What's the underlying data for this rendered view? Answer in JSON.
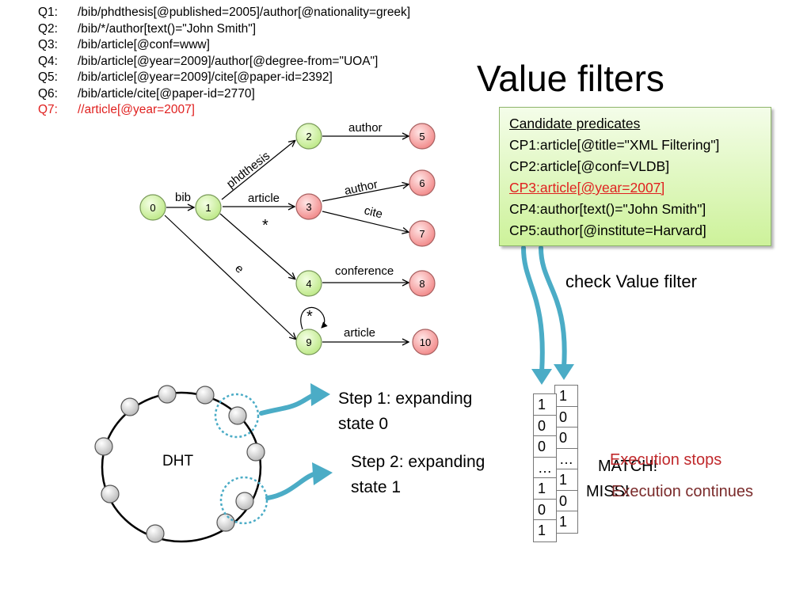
{
  "queries": [
    {
      "id": "Q1:",
      "expr": "/bib/phdthesis[@published=2005]/author[@nationality=greek]"
    },
    {
      "id": "Q2:",
      "expr": "/bib/*/author[text()=\"John Smith\"]"
    },
    {
      "id": "Q3:",
      "expr": "/bib/article[@conf=www]"
    },
    {
      "id": "Q4:",
      "expr": "/bib/article[@year=2009]/author[@degree-from=\"UOA\"]"
    },
    {
      "id": "Q5:",
      "expr": "/bib/article[@year=2009]/cite[@paper-id=2392]"
    },
    {
      "id": "Q6:",
      "expr": "/bib/article/cite[@paper-id=2770]"
    },
    {
      "id": "Q7:",
      "expr": "//article[@year=2007]",
      "highlight": "#e0201f"
    }
  ],
  "title": "Value filters",
  "automaton": {
    "nodes": [
      {
        "id": "0",
        "color": "green"
      },
      {
        "id": "1",
        "color": "green"
      },
      {
        "id": "2",
        "color": "green"
      },
      {
        "id": "3",
        "color": "red"
      },
      {
        "id": "4",
        "color": "green"
      },
      {
        "id": "5",
        "color": "red"
      },
      {
        "id": "6",
        "color": "red"
      },
      {
        "id": "7",
        "color": "red"
      },
      {
        "id": "8",
        "color": "red"
      },
      {
        "id": "9",
        "color": "green"
      },
      {
        "id": "10",
        "color": "red"
      }
    ],
    "edge_labels": {
      "bib": "bib",
      "phdthesis": "phdthesis",
      "article1": "article",
      "star1": "*",
      "e": "e",
      "author1": "author",
      "author2": "author",
      "cite": "cite",
      "conference": "conference",
      "star2": "*",
      "article2": "article"
    }
  },
  "predicates": {
    "header": "Candidate predicates",
    "items": [
      {
        "text": "CP1:article[@title=\"XML Filtering\"]"
      },
      {
        "text": "CP2:article[@conf=VLDB]"
      },
      {
        "text": "CP3:article[@year=2007]",
        "highlight": "#e0201f"
      },
      {
        "text": "CP4:author[text()=\"John Smith\"]"
      },
      {
        "text": "CP5:author[@institute=Harvard]"
      }
    ]
  },
  "check_label": "check Value filter",
  "dht_label": "DHT",
  "steps": {
    "step1": [
      "Step 1: expanding",
      "state 0"
    ],
    "step2": [
      "Step 2: expanding",
      "state 1"
    ]
  },
  "bit_columns": {
    "front": [
      "1",
      "0",
      "0",
      "…",
      "1",
      "0",
      "1"
    ],
    "back": [
      "1",
      "0",
      "0",
      "…",
      "1",
      "0",
      "1"
    ]
  },
  "results": {
    "match": "MATCH!",
    "miss": "MISS!",
    "stops": "Execution stops",
    "continues": "Execution continues"
  },
  "colors": {
    "green_fill": "#d7f5a6",
    "red_fill": "#f7a3a3",
    "arrow_blue": "#4bacc6",
    "highlight_red": "#e0201f",
    "exec_red": "#c0282b"
  }
}
